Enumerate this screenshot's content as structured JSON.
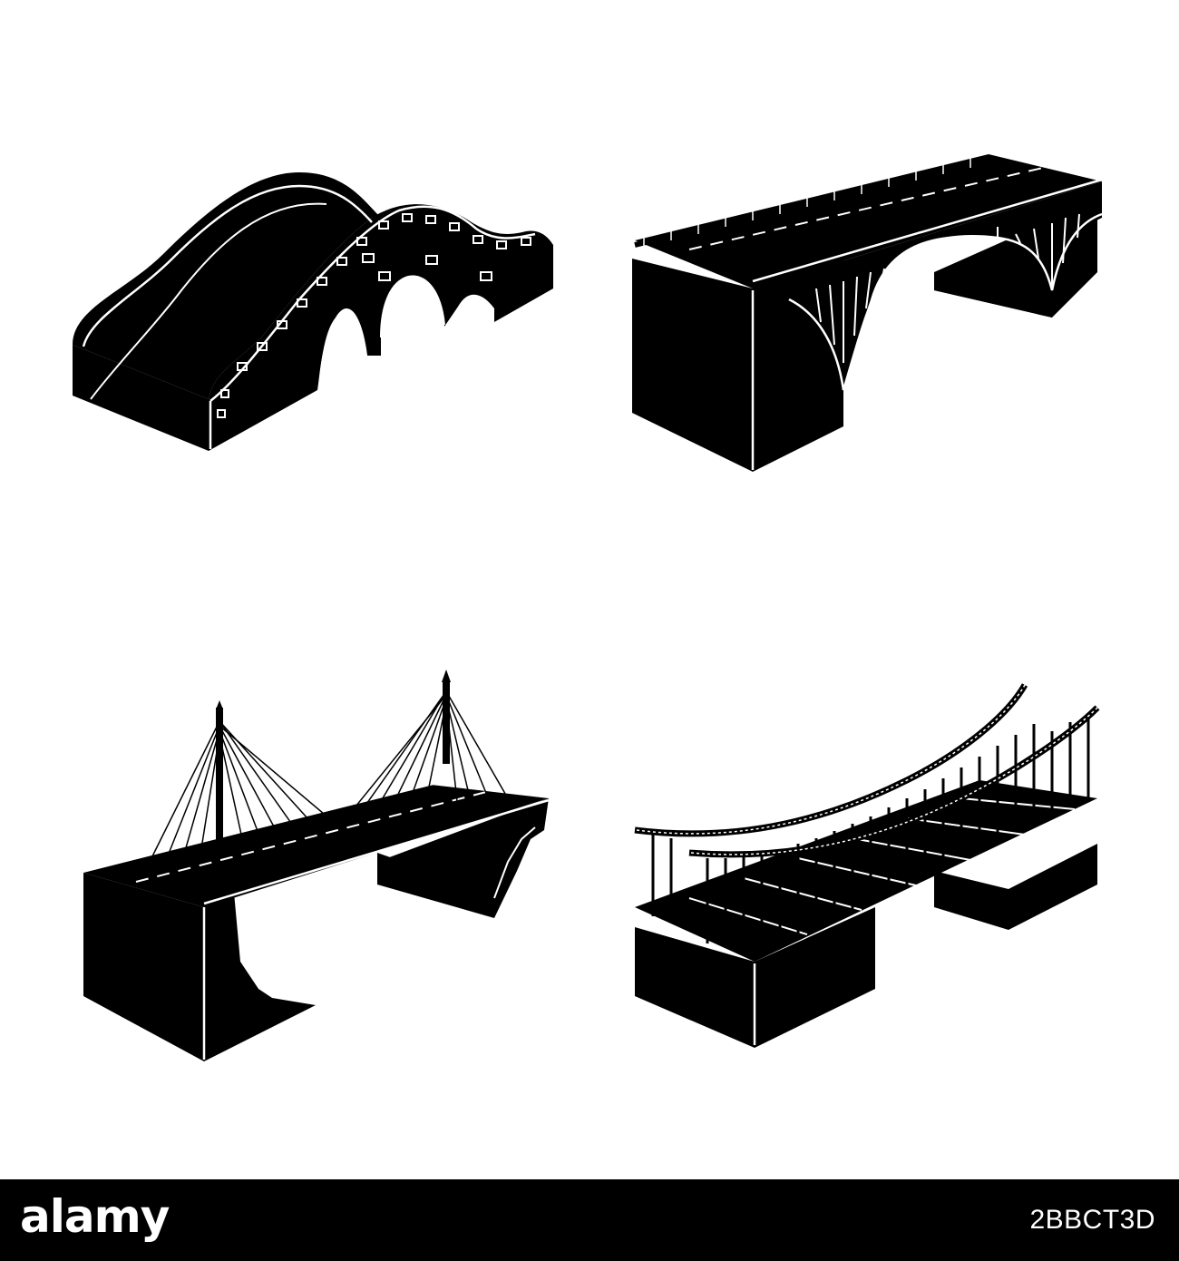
{
  "artwork": {
    "style": "black glyph icons, white detailing",
    "colors": {
      "fill": "#000000",
      "detail": "#ffffff",
      "background": "#ffffff"
    },
    "icons": [
      {
        "name": "stone-arch-bridge-icon"
      },
      {
        "name": "steel-arch-bridge-icon"
      },
      {
        "name": "cable-stayed-bridge-icon"
      },
      {
        "name": "rope-suspension-bridge-icon"
      }
    ]
  },
  "footer": {
    "logo": "alamy",
    "image_id": "2BBCT3D",
    "background": "#000000",
    "text_color": "#ffffff"
  }
}
